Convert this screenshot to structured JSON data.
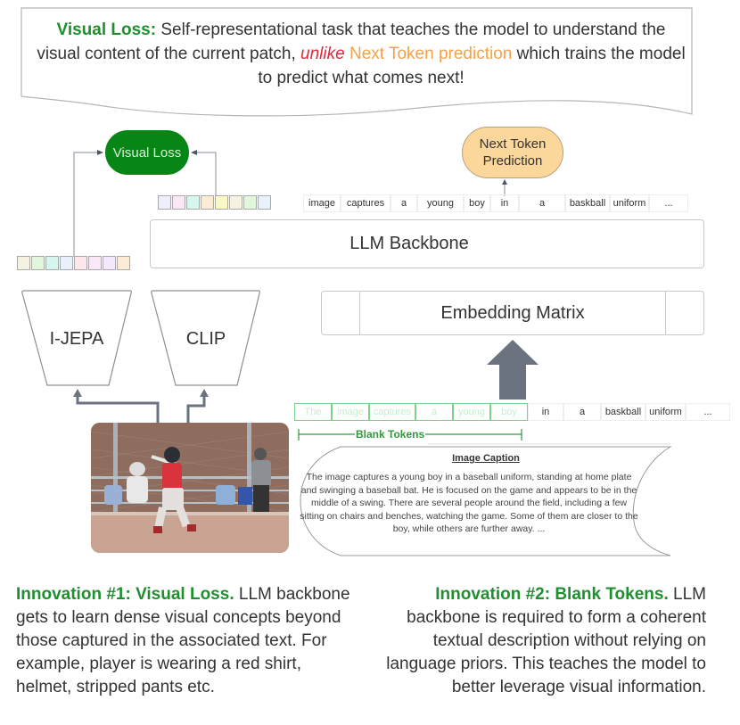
{
  "callout": {
    "label": "Visual Loss:",
    "text_1": " Self-representational task that teaches the model to understand the visual content of the current patch, ",
    "contrast_word": "unlike",
    "highlight": " Next Token prediction",
    "text_2": " which trains the model to predict what comes next!"
  },
  "nodes": {
    "visual_loss": "Visual Loss",
    "next_token": "Next Token Prediction",
    "llm_backbone": "LLM Backbone",
    "embedding_matrix": "Embedding Matrix",
    "encoder_ijepa": "I-JEPA",
    "encoder_clip": "CLIP"
  },
  "patch_colors_upper": [
    "#eeeefc",
    "#fbe8f6",
    "#d6f6ee",
    "#fcecd6",
    "#fbf8c8",
    "#f5f2e2",
    "#e2f6dc",
    "#e8f1fc"
  ],
  "patch_colors_lower": [
    "#f5f2e2",
    "#e2f6dc",
    "#d6f6ee",
    "#e8f1fc",
    "#fce8ea",
    "#fbe8f6",
    "#f6e8fc",
    "#fcecd6"
  ],
  "output_tokens": [
    "image",
    "captures",
    "a",
    "young",
    "boy",
    "in",
    "a",
    "baskball",
    "uniform",
    "..."
  ],
  "input_tokens": {
    "blank": [
      "The",
      "image",
      "captures",
      "a",
      "young",
      "boy"
    ],
    "visible": [
      "in",
      "a",
      "baskball",
      "uniform",
      "..."
    ]
  },
  "blank_tokens_label": "Blank Tokens",
  "image_caption": {
    "title": "Image Caption",
    "body": "The image captures a young boy in a baseball uniform, standing at home plate and swinging a baseball bat. He is focused on the game and appears to be in the middle of a swing. There are several people around the field, including a few sitting on chairs and benches, watching the game. Some of them are closer to the boy, while others are further away. ..."
  },
  "innovations": [
    {
      "label": "Innovation #1: Visual Loss.",
      "text": " LLM backbone gets to learn dense visual concepts beyond those captured in the associated text. For example, player is wearing a red shirt, helmet, stripped pants etc."
    },
    {
      "label": "Innovation #2: Blank Tokens.",
      "text": " LLM backbone is required to form a coherent textual description without relying on language priors. This teaches the model to better leverage visual information."
    }
  ],
  "colors": {
    "accent_green": "#1f8f2f",
    "visual_loss_fill": "#078515",
    "next_token_fill": "#fbd79c",
    "contrast_red": "#e0283c",
    "highlight_orange": "#f4a24a",
    "arrow_gray": "#6b7280"
  }
}
